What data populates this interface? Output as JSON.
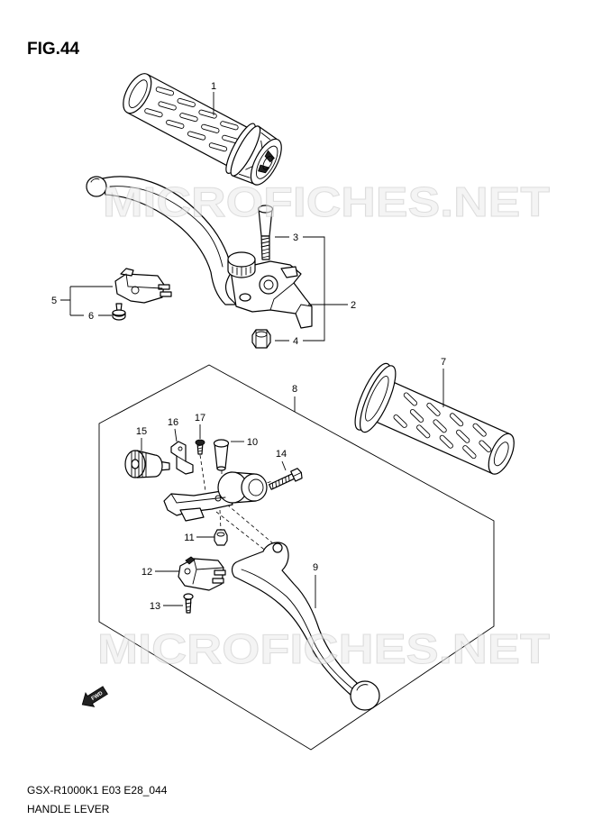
{
  "figure": {
    "title": "FIG.44"
  },
  "callouts": [
    "1",
    "2",
    "3",
    "4",
    "5",
    "6",
    "7",
    "8",
    "9",
    "10",
    "11",
    "12",
    "13",
    "14",
    "15",
    "16",
    "17"
  ],
  "watermark": {
    "text": "MICROFICHES.NET"
  },
  "fwd_arrow": {
    "label": "FWD"
  },
  "footer": {
    "model_code": "GSX-R1000K1 E03 E28_044",
    "caption": "HANDLE LEVER"
  },
  "colors": {
    "line": "#000000",
    "background": "#ffffff",
    "watermark": "#c8c8c8"
  }
}
